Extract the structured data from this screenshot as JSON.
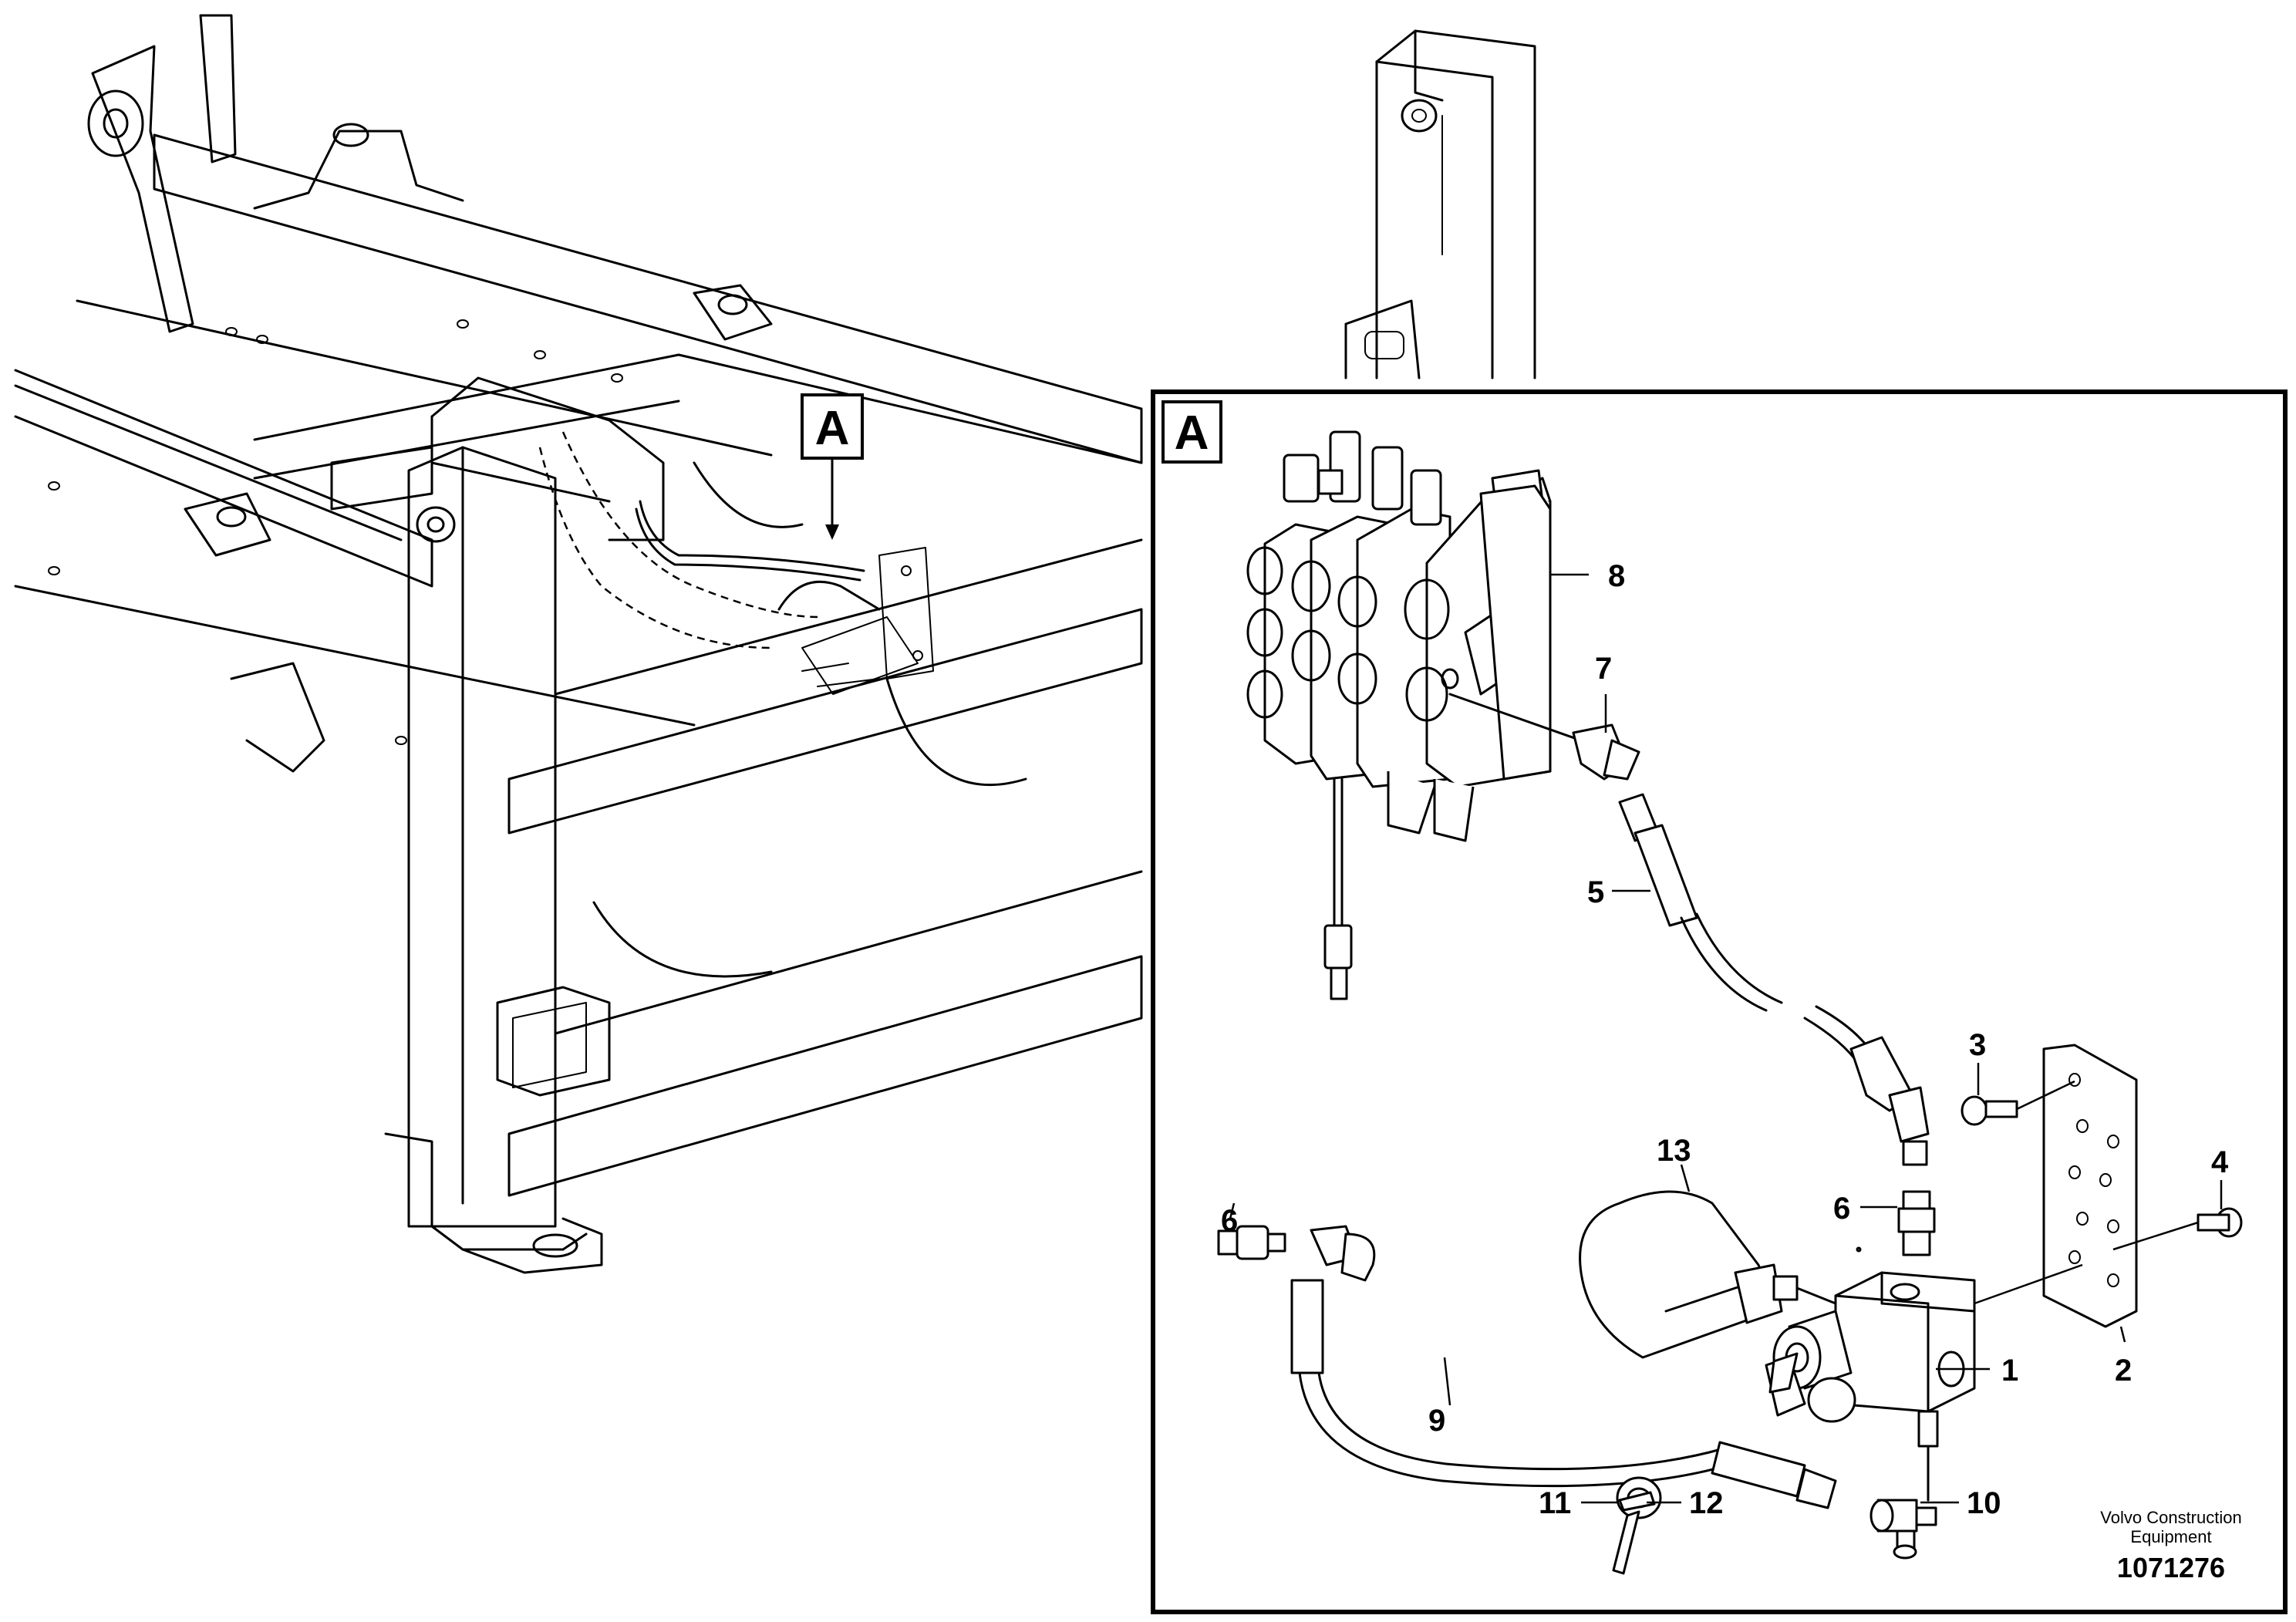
{
  "marker": {
    "overview_label": "A",
    "detail_label": "A"
  },
  "callouts": {
    "c1": "1",
    "c2": "2",
    "c3": "3",
    "c4": "4",
    "c5": "5",
    "c6a": "6",
    "c6b": "6",
    "c7": "7",
    "c8": "8",
    "c9": "9",
    "c10": "10",
    "c11": "11",
    "c12": "12",
    "c13": "13"
  },
  "footer": {
    "company_line1": "Volvo Construction",
    "company_line2": "Equipment",
    "drawing_number": "1071276"
  }
}
